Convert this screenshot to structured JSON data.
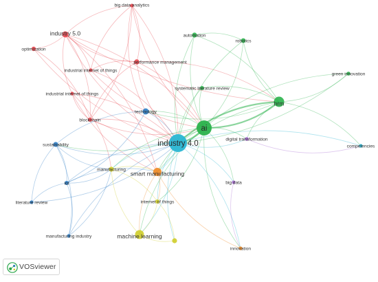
{
  "app": {
    "name": "VOSviewer"
  },
  "network": {
    "clusters": {
      "red": "#e8474f",
      "green": "#2bb24c",
      "blue": "#2c7cc4",
      "yellow": "#cfcd2a",
      "purple": "#a66ad1",
      "cyan": "#2ab6d3",
      "orange": "#f08a24"
    },
    "nodes": [
      {
        "id": "big-data-analytics",
        "label": "big data analytics",
        "cluster": "red"
      },
      {
        "id": "industry-5-0",
        "label": "industry 5.0",
        "cluster": "red"
      },
      {
        "id": "optimization",
        "label": "optimization",
        "cluster": "red"
      },
      {
        "id": "performance-management",
        "label": "performance management",
        "cluster": "red"
      },
      {
        "id": "industrial-iot-1",
        "label": "industrial internet of things",
        "cluster": "red"
      },
      {
        "id": "industrial-iot-2",
        "label": "industrial internet of things",
        "cluster": "red"
      },
      {
        "id": "blockchain",
        "label": "blockchain",
        "cluster": "red"
      },
      {
        "id": "automation",
        "label": "automation",
        "cluster": "green"
      },
      {
        "id": "robotics",
        "label": "robotics",
        "cluster": "green"
      },
      {
        "id": "green-innovation",
        "label": "green innovation",
        "cluster": "green"
      },
      {
        "id": "systematic-literature-review",
        "label": "systematic literature review",
        "cluster": "green"
      },
      {
        "id": "hrm",
        "label": "hrm",
        "cluster": "green"
      },
      {
        "id": "ai",
        "label": "ai",
        "cluster": "green"
      },
      {
        "id": "technology",
        "label": "technology",
        "cluster": "blue"
      },
      {
        "id": "sustainability",
        "label": "sustainability",
        "cluster": "blue"
      },
      {
        "id": "iot",
        "label": "iot",
        "cluster": "blue"
      },
      {
        "id": "literature-review",
        "label": "literature review",
        "cluster": "blue"
      },
      {
        "id": "manufacturing-industry",
        "label": "manufacturing industry",
        "cluster": "blue"
      },
      {
        "id": "industry-4-0",
        "label": "industry 4.0",
        "cluster": "cyan"
      },
      {
        "id": "competencies",
        "label": "competencies",
        "cluster": "cyan"
      },
      {
        "id": "digital-transformation",
        "label": "digital transformation",
        "cluster": "purple"
      },
      {
        "id": "big-data",
        "label": "big data",
        "cluster": "purple"
      },
      {
        "id": "manufacturing",
        "label": "manufacturing",
        "cluster": "yellow"
      },
      {
        "id": "smart-manufacturing",
        "label": "smart manufacturing",
        "cluster": "orange"
      },
      {
        "id": "internet-of-things",
        "label": "internet of things",
        "cluster": "yellow"
      },
      {
        "id": "machine-learning",
        "label": "machine learning",
        "cluster": "yellow"
      },
      {
        "id": "unlabeled-yellow",
        "label": "",
        "cluster": "yellow"
      },
      {
        "id": "innovation",
        "label": "innovation",
        "cluster": "orange"
      }
    ],
    "links": [
      [
        "big-data-analytics",
        "industry-5-0"
      ],
      [
        "big-data-analytics",
        "performance-management"
      ],
      [
        "big-data-analytics",
        "industrial-iot-1"
      ],
      [
        "big-data-analytics",
        "industry-4-0"
      ],
      [
        "big-data-analytics",
        "ai"
      ],
      [
        "big-data-analytics",
        "blockchain"
      ],
      [
        "big-data-analytics",
        "technology"
      ],
      [
        "industry-5-0",
        "optimization"
      ],
      [
        "industry-5-0",
        "performance-management"
      ],
      [
        "industry-5-0",
        "industrial-iot-1"
      ],
      [
        "industry-5-0",
        "industrial-iot-2"
      ],
      [
        "industry-5-0",
        "blockchain"
      ],
      [
        "industry-5-0",
        "industry-4-0"
      ],
      [
        "industry-5-0",
        "ai"
      ],
      [
        "industry-5-0",
        "hrm"
      ],
      [
        "industry-5-0",
        "smart-manufacturing"
      ],
      [
        "optimization",
        "industry-4-0"
      ],
      [
        "optimization",
        "blockchain"
      ],
      [
        "performance-management",
        "industry-4-0"
      ],
      [
        "performance-management",
        "ai"
      ],
      [
        "performance-management",
        "industrial-iot-1"
      ],
      [
        "performance-management",
        "hrm"
      ],
      [
        "performance-management",
        "blockchain"
      ],
      [
        "industrial-iot-1",
        "industry-4-0"
      ],
      [
        "industrial-iot-1",
        "ai"
      ],
      [
        "industrial-iot-2",
        "industry-4-0"
      ],
      [
        "industrial-iot-2",
        "blockchain"
      ],
      [
        "industrial-iot-2",
        "manufacturing"
      ],
      [
        "industrial-iot-2",
        "smart-manufacturing"
      ],
      [
        "blockchain",
        "industry-4-0"
      ],
      [
        "blockchain",
        "ai"
      ],
      [
        "blockchain",
        "smart-manufacturing"
      ],
      [
        "automation",
        "ai"
      ],
      [
        "automation",
        "hrm"
      ],
      [
        "automation",
        "industry-4-0"
      ],
      [
        "automation",
        "robotics"
      ],
      [
        "robotics",
        "hrm"
      ],
      [
        "robotics",
        "ai"
      ],
      [
        "robotics",
        "industry-4-0"
      ],
      [
        "green-innovation",
        "hrm"
      ],
      [
        "green-innovation",
        "ai"
      ],
      [
        "green-innovation",
        "industry-4-0"
      ],
      [
        "systematic-literature-review",
        "ai"
      ],
      [
        "systematic-literature-review",
        "hrm"
      ],
      [
        "systematic-literature-review",
        "industry-4-0"
      ],
      [
        "hrm",
        "ai"
      ],
      [
        "hrm",
        "industry-4-0"
      ],
      [
        "hrm",
        "competencies"
      ],
      [
        "hrm",
        "digital-transformation"
      ],
      [
        "hrm",
        "technology"
      ],
      [
        "hrm",
        "smart-manufacturing"
      ],
      [
        "ai",
        "industry-4-0"
      ],
      [
        "ai",
        "technology"
      ],
      [
        "ai",
        "digital-transformation"
      ],
      [
        "ai",
        "machine-learning"
      ],
      [
        "ai",
        "internet-of-things"
      ],
      [
        "ai",
        "smart-manufacturing"
      ],
      [
        "ai",
        "big-data"
      ],
      [
        "ai",
        "innovation"
      ],
      [
        "ai",
        "sustainability"
      ],
      [
        "ai",
        "manufacturing"
      ],
      [
        "technology",
        "industry-4-0"
      ],
      [
        "technology",
        "sustainability"
      ],
      [
        "technology",
        "iot"
      ],
      [
        "sustainability",
        "industry-4-0"
      ],
      [
        "sustainability",
        "iot"
      ],
      [
        "sustainability",
        "literature-review"
      ],
      [
        "sustainability",
        "manufacturing-industry"
      ],
      [
        "sustainability",
        "manufacturing"
      ],
      [
        "iot",
        "industry-4-0"
      ],
      [
        "iot",
        "literature-review"
      ],
      [
        "iot",
        "manufacturing-industry"
      ],
      [
        "iot",
        "manufacturing"
      ],
      [
        "iot",
        "smart-manufacturing"
      ],
      [
        "literature-review",
        "industry-4-0"
      ],
      [
        "manufacturing-industry",
        "industry-4-0"
      ],
      [
        "manufacturing-industry",
        "manufacturing"
      ],
      [
        "industry-4-0",
        "competencies"
      ],
      [
        "industry-4-0",
        "digital-transformation"
      ],
      [
        "industry-4-0",
        "big-data"
      ],
      [
        "industry-4-0",
        "manufacturing"
      ],
      [
        "industry-4-0",
        "smart-manufacturing"
      ],
      [
        "industry-4-0",
        "internet-of-things"
      ],
      [
        "industry-4-0",
        "machine-learning"
      ],
      [
        "industry-4-0",
        "unlabeled-yellow"
      ],
      [
        "industry-4-0",
        "innovation"
      ],
      [
        "digital-transformation",
        "competencies"
      ],
      [
        "manufacturing",
        "smart-manufacturing"
      ],
      [
        "manufacturing",
        "machine-learning"
      ],
      [
        "manufacturing",
        "internet-of-things"
      ],
      [
        "smart-manufacturing",
        "machine-learning"
      ],
      [
        "smart-manufacturing",
        "internet-of-things"
      ],
      [
        "smart-manufacturing",
        "innovation"
      ],
      [
        "internet-of-things",
        "machine-learning"
      ],
      [
        "machine-learning",
        "unlabeled-yellow"
      ],
      [
        "internet-of-things",
        "unlabeled-yellow"
      ],
      [
        "big-data",
        "innovation"
      ]
    ]
  }
}
